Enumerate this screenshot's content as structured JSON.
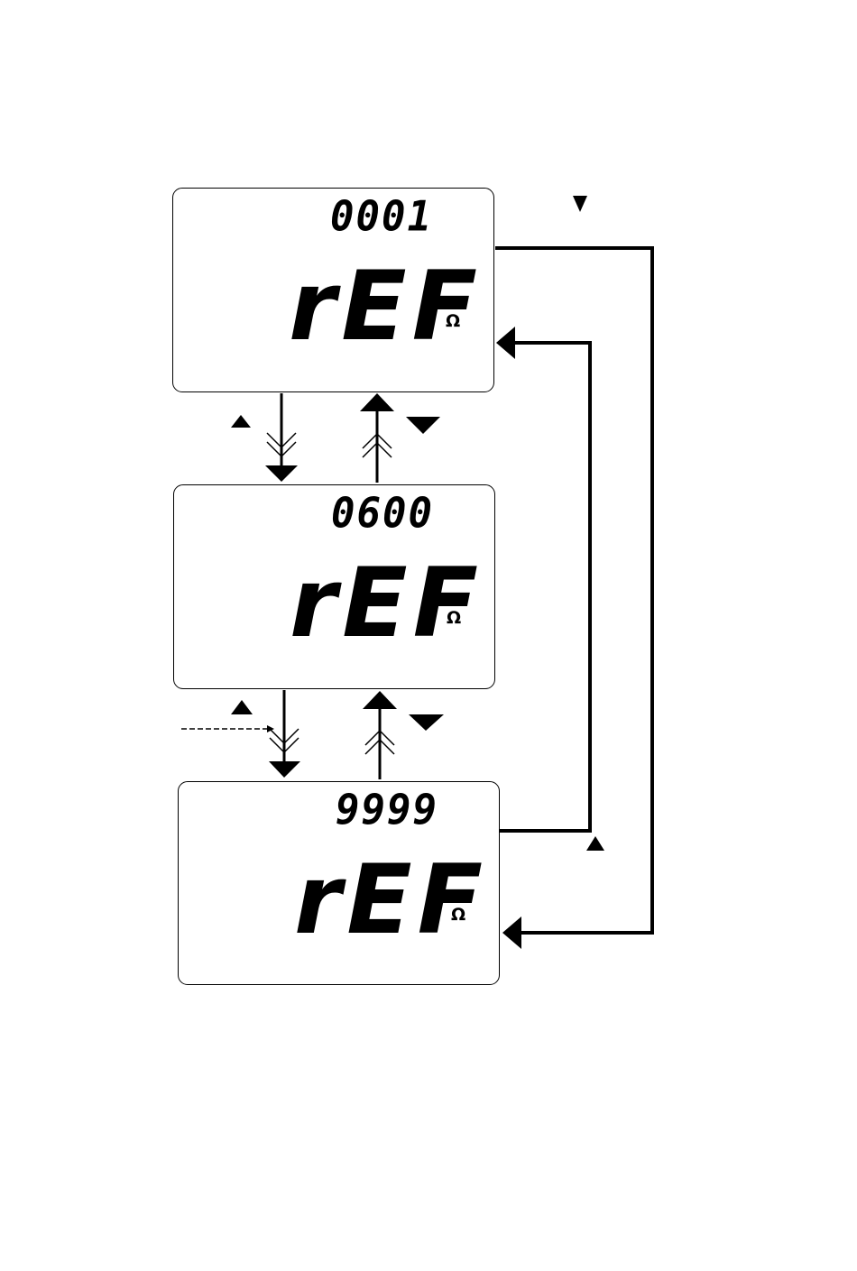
{
  "screens": [
    {
      "reading": "0001",
      "label": "rEF",
      "unit": "Ω"
    },
    {
      "reading": "0600",
      "label": "rEF",
      "unit": "Ω"
    },
    {
      "reading": "9999",
      "label": "rEF",
      "unit": "Ω"
    }
  ]
}
